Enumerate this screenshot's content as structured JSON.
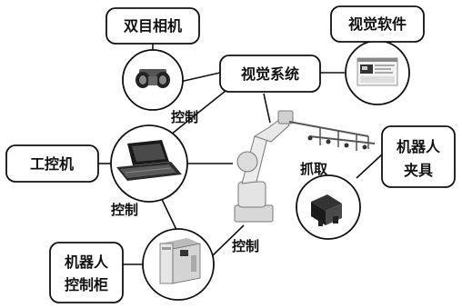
{
  "nodes": {
    "binocular_camera": "双目相机",
    "vision_system": "视觉系统",
    "vision_software": "视觉软件",
    "industrial_pc": "工控机",
    "gripper_line1": "机器人",
    "gripper_line2": "夹具",
    "cabinet_line1": "机器人",
    "cabinet_line2": "控制柜"
  },
  "edge_labels": {
    "vision_control": "控制",
    "pc_control": "控制",
    "cabinet_control": "控制",
    "grab": "抓取"
  },
  "icons": {
    "camera": "stereo-camera",
    "software": "software-screen",
    "pc": "rack-console",
    "cabinet": "controller-cabinet",
    "gripper": "gripper-tool",
    "robot": "industrial-robot-arm"
  }
}
